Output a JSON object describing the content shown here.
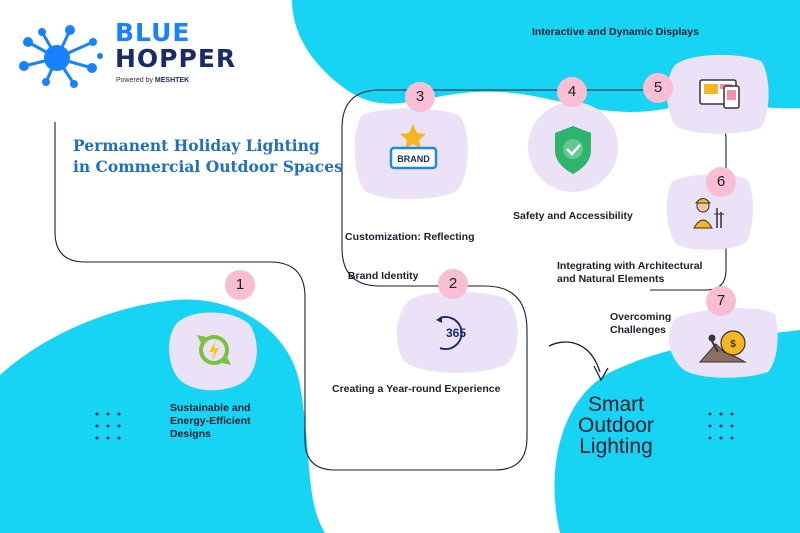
{
  "brand": {
    "line1": "BLUE",
    "line2": "HOPPER",
    "powered_prefix": "Powered by",
    "powered_name": "MESHTEK"
  },
  "title": {
    "line1": "Permanent Holiday Lighting",
    "line2": "in Commercial Outdoor Spaces"
  },
  "center": {
    "line1": "Smart",
    "line2": "Outdoor",
    "line3": "Lighting"
  },
  "steps": [
    {
      "number": "1",
      "label_lines": [
        "Sustainable and",
        "Energy-Efficient",
        "Designs"
      ],
      "icon": "energy-recycle-icon"
    },
    {
      "number": "2",
      "label_lines": [
        "Creating a Year-round Experience"
      ],
      "icon": "calendar-365-icon"
    },
    {
      "number": "3",
      "label_lines": [
        "Customization: Reflecting",
        " Brand Identity"
      ],
      "icon": "brand-star-icon"
    },
    {
      "number": "4",
      "label_lines": [
        "Safety and Accessibility"
      ],
      "icon": "shield-check-icon"
    },
    {
      "number": "5",
      "label_lines": [
        "Interactive and Dynamic Displays"
      ],
      "icon": "devices-display-icon"
    },
    {
      "number": "6",
      "label_lines": [
        "Integrating with Architectural",
        "and Natural Elements"
      ],
      "icon": "architect-worker-icon"
    },
    {
      "number": "7",
      "label_lines": [
        "Overcoming",
        "Challenges"
      ],
      "icon": "overcome-challenge-icon"
    }
  ],
  "colors": {
    "cyan": "#17d4f5",
    "lavender": "#ebe2f8",
    "pink_badge": "#f9bdd4",
    "title_blue": "#1e6fc8",
    "brand_blue": "#1682ff",
    "brand_navy": "#1a2b6b"
  }
}
